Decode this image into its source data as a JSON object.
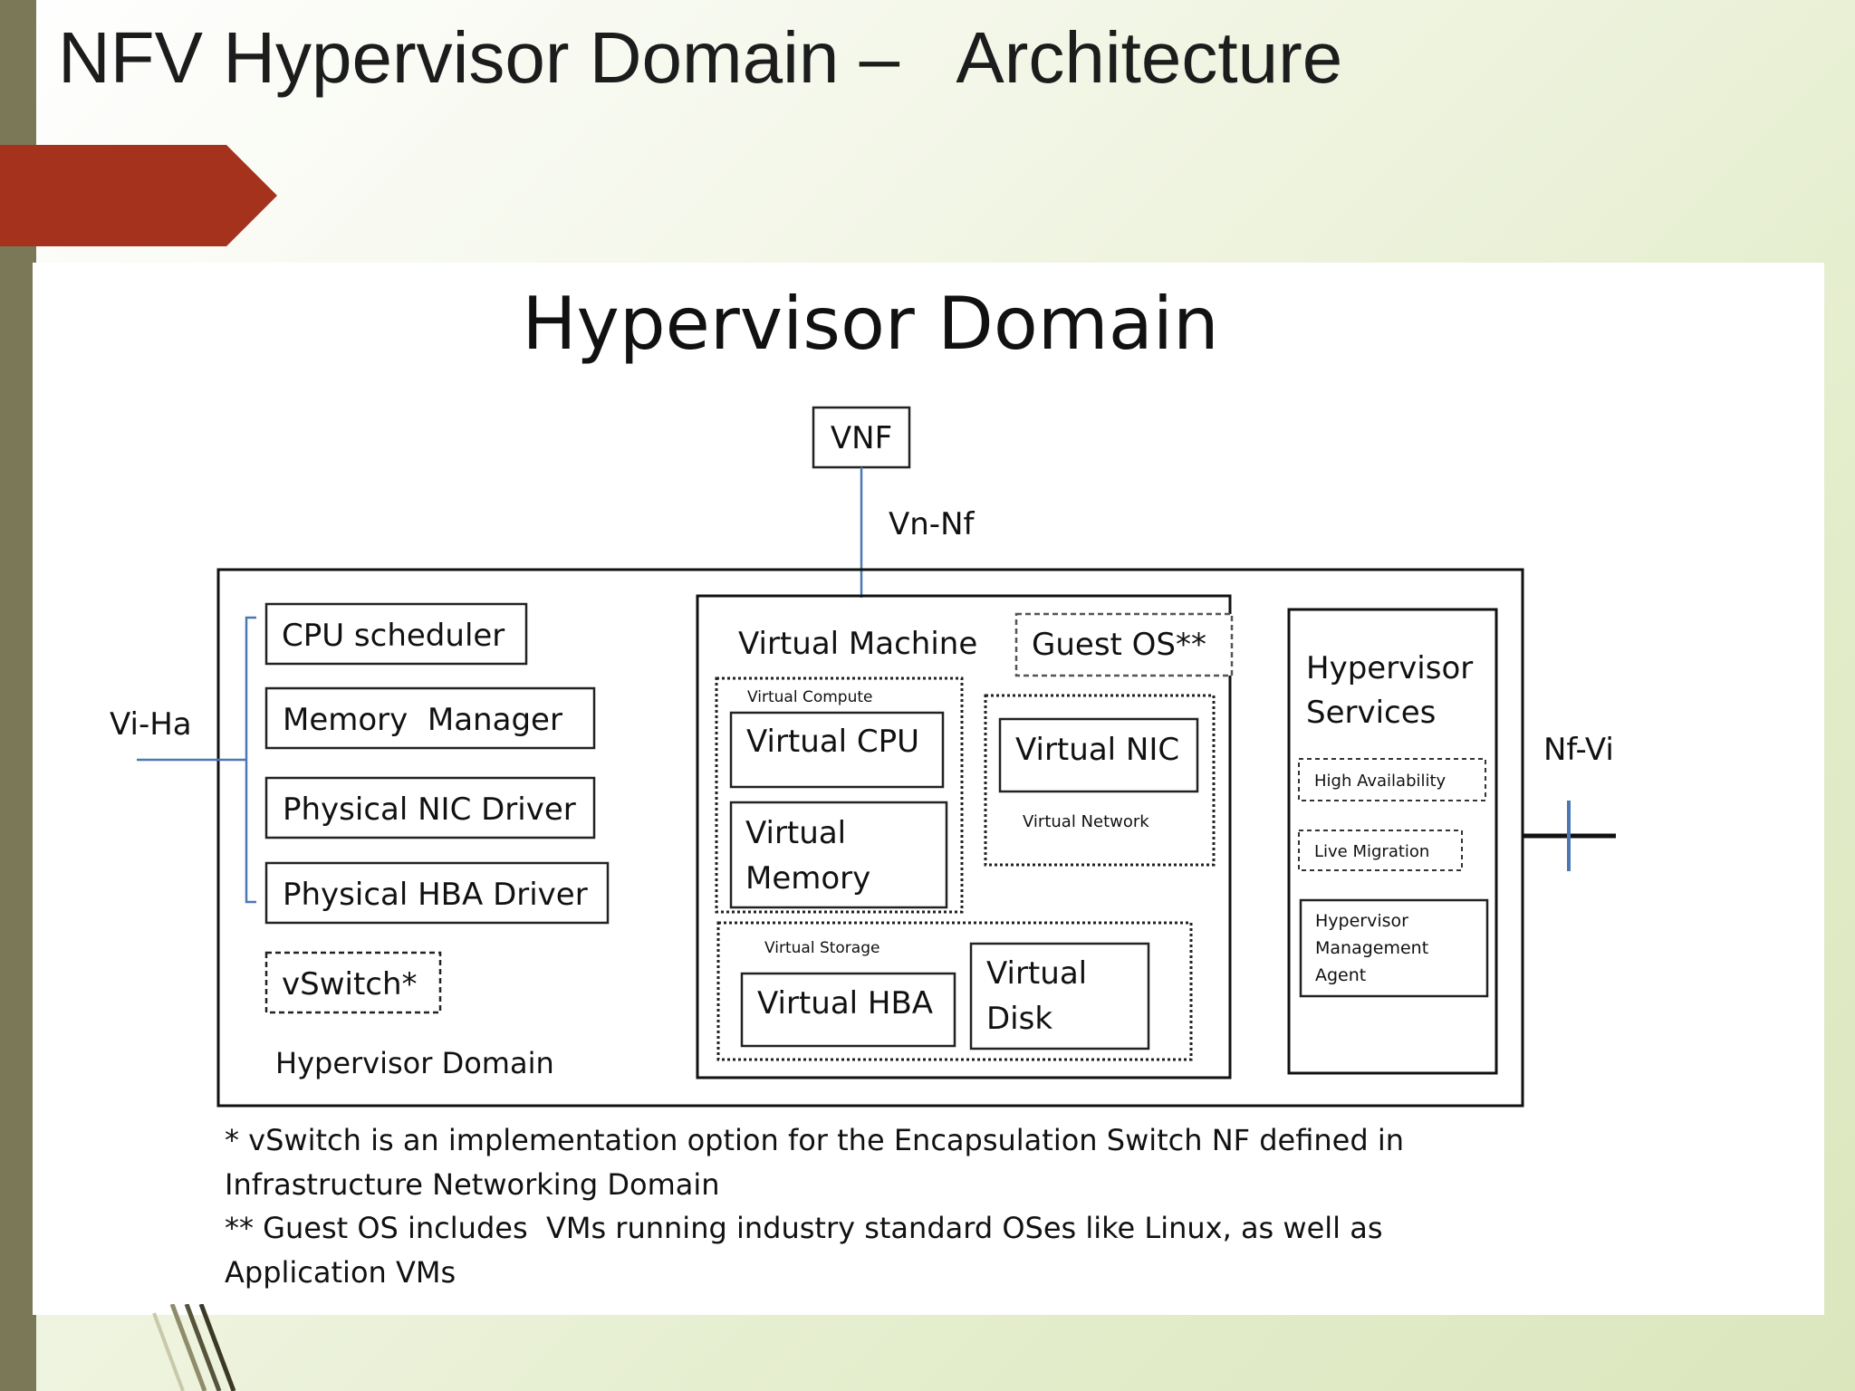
{
  "slide": {
    "title": "NFV Hypervisor Domain –   Architecture"
  },
  "diagram": {
    "heading": "Hypervisor Domain",
    "vnf": "VNF",
    "ref_points": {
      "vn_nf": "Vn-Nf",
      "vi_ha": "Vi-Ha",
      "nf_vi": "Nf-Vi"
    },
    "hypervisor": {
      "items": [
        "CPU scheduler",
        "Memory  Manager",
        "Physical NIC Driver",
        "Physical HBA Driver"
      ],
      "vswitch": "vSwitch*",
      "label": "Hypervisor Domain"
    },
    "vm": {
      "title": "Virtual Machine",
      "guest_os": "Guest OS**",
      "compute": {
        "label": "Virtual Compute",
        "cpu": "Virtual CPU",
        "memory_line1": "Virtual",
        "memory_line2": "Memory"
      },
      "network": {
        "nic": "Virtual NIC",
        "label": "Virtual Network"
      },
      "storage": {
        "label": "Virtual Storage",
        "hba": "Virtual HBA",
        "disk_line1": "Virtual",
        "disk_line2": "Disk"
      }
    },
    "services": {
      "title_line1": "Hypervisor",
      "title_line2": "Services",
      "high_availability": "High Availability",
      "live_migration": "Live Migration",
      "agent_line1": "Hypervisor",
      "agent_line2": "Management",
      "agent_line3": "Agent"
    },
    "footnotes": {
      "vswitch_line1": "* vSwitch is an implementation option for the Encapsulation Switch NF defined in",
      "vswitch_line2": "Infrastructure Networking Domain",
      "guest_os_line1": "** Guest OS includes  VMs running industry standard OSes like Linux, as well as",
      "guest_os_line2": "Application VMs"
    }
  },
  "colors": {
    "accent_tab": "#a4321c",
    "left_bar": "#7b7858",
    "connector_blue": "#4a78b4"
  }
}
